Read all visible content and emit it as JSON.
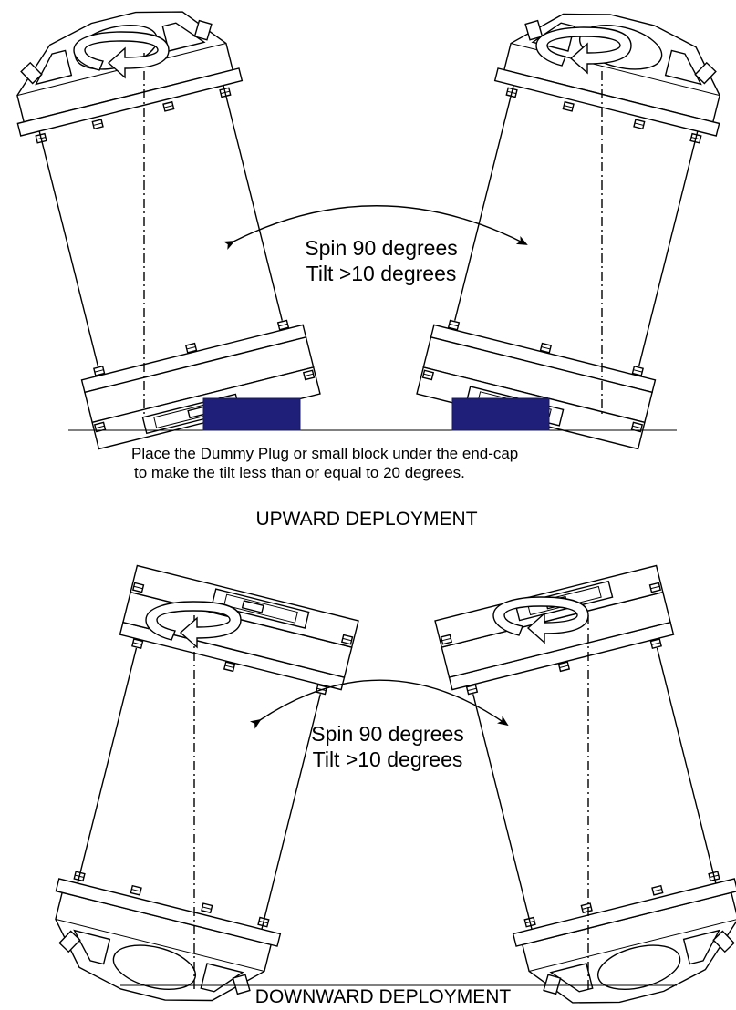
{
  "colors": {
    "block_fill": "#1f1f7a",
    "line": "#000000",
    "background": "#ffffff"
  },
  "upward": {
    "spin_text": "Spin 90 degrees",
    "tilt_text": "Tilt >10 degrees",
    "note_line1": "Place the Dummy Plug or small block under the end-cap",
    "note_line2": "to make the tilt less than or equal to 20 degrees.",
    "heading": "UPWARD DEPLOYMENT"
  },
  "downward": {
    "spin_text": "Spin 90 degrees",
    "tilt_text": "Tilt >10 degrees",
    "heading": "DOWNWARD DEPLOYMENT"
  },
  "icons": [
    "rotation-arrow-icon",
    "double-headed-arc-arrow-icon"
  ]
}
